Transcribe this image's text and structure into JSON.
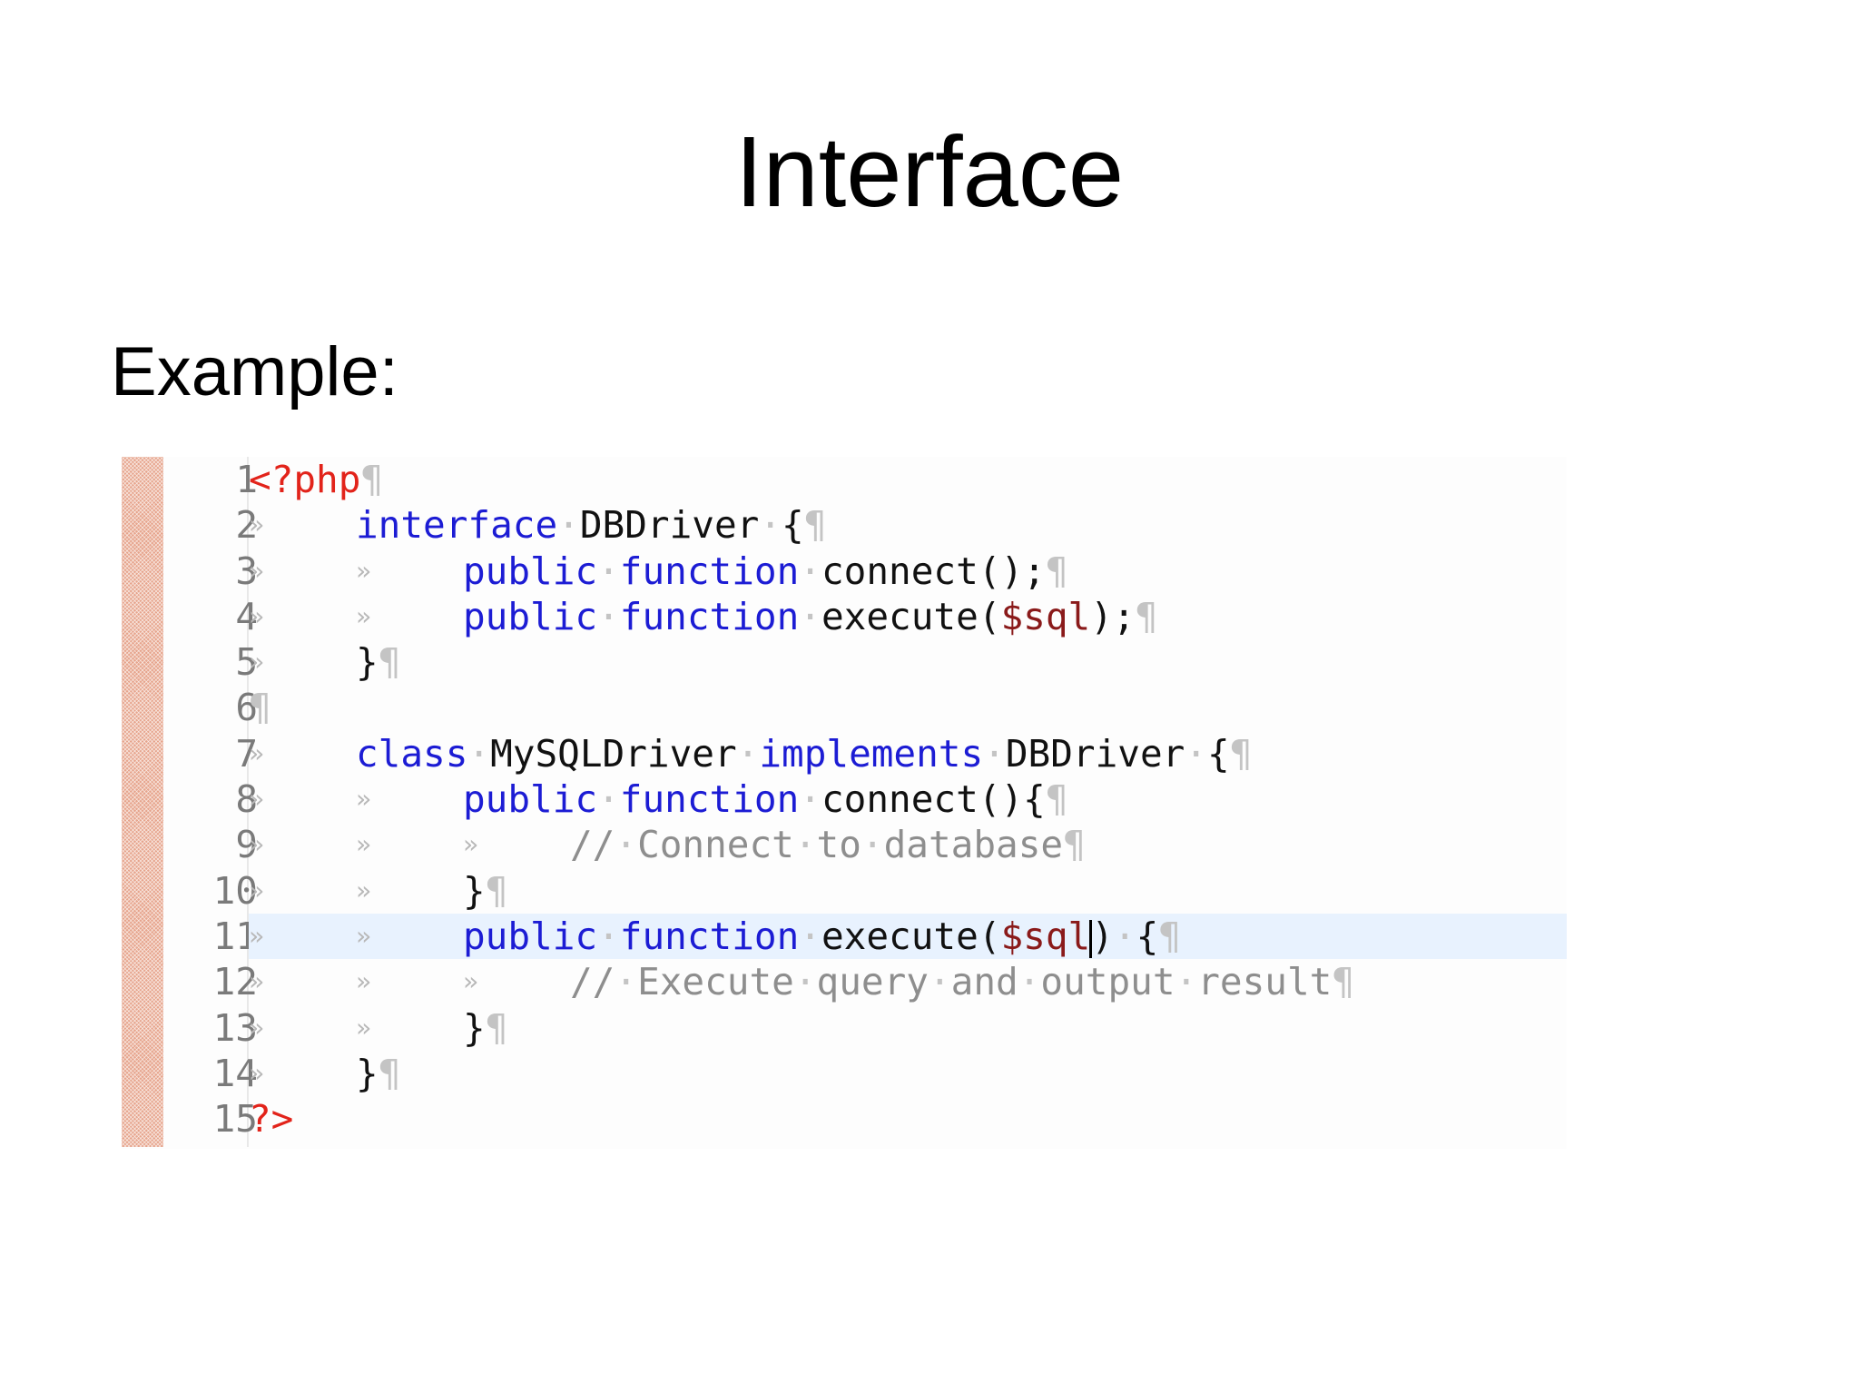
{
  "slide": {
    "title": "Interface",
    "subtitle": "Example:"
  },
  "editor": {
    "current_line": 11,
    "glyphs": {
      "tab": "»",
      "space": "·",
      "pilcrow": "¶"
    },
    "lines": [
      {
        "num": "1",
        "tokens": [
          [
            "php",
            "<?php"
          ],
          [
            "ws",
            "¶"
          ]
        ]
      },
      {
        "num": "2",
        "tokens": [
          [
            "tab",
            "»"
          ],
          [
            "kw",
            "interface"
          ],
          [
            "ws",
            "·"
          ],
          [
            "id",
            "DBDriver"
          ],
          [
            "ws",
            "·"
          ],
          [
            "id",
            "{"
          ],
          [
            "ws",
            "¶"
          ]
        ]
      },
      {
        "num": "3",
        "tokens": [
          [
            "tab",
            "»"
          ],
          [
            "tab",
            "»"
          ],
          [
            "kw",
            "public"
          ],
          [
            "ws",
            "·"
          ],
          [
            "kw",
            "function"
          ],
          [
            "ws",
            "·"
          ],
          [
            "id",
            "connect();"
          ],
          [
            "ws",
            "¶"
          ]
        ]
      },
      {
        "num": "4",
        "tokens": [
          [
            "tab",
            "»"
          ],
          [
            "tab",
            "»"
          ],
          [
            "kw",
            "public"
          ],
          [
            "ws",
            "·"
          ],
          [
            "kw",
            "function"
          ],
          [
            "ws",
            "·"
          ],
          [
            "id",
            "execute("
          ],
          [
            "var",
            "$sql"
          ],
          [
            "id",
            ");"
          ],
          [
            "ws",
            "¶"
          ]
        ]
      },
      {
        "num": "5",
        "tokens": [
          [
            "tab",
            "»"
          ],
          [
            "id",
            "}"
          ],
          [
            "ws",
            "¶"
          ]
        ]
      },
      {
        "num": "6",
        "tokens": [
          [
            "ws",
            "¶"
          ]
        ]
      },
      {
        "num": "7",
        "tokens": [
          [
            "tab",
            "»"
          ],
          [
            "kw",
            "class"
          ],
          [
            "ws",
            "·"
          ],
          [
            "id",
            "MySQLDriver"
          ],
          [
            "ws",
            "·"
          ],
          [
            "kw",
            "implements"
          ],
          [
            "ws",
            "·"
          ],
          [
            "id",
            "DBDriver"
          ],
          [
            "ws",
            "·"
          ],
          [
            "id",
            "{"
          ],
          [
            "ws",
            "¶"
          ]
        ]
      },
      {
        "num": "8",
        "tokens": [
          [
            "tab",
            "»"
          ],
          [
            "tab",
            "»"
          ],
          [
            "kw",
            "public"
          ],
          [
            "ws",
            "·"
          ],
          [
            "kw",
            "function"
          ],
          [
            "ws",
            "·"
          ],
          [
            "id",
            "connect(){"
          ],
          [
            "ws",
            "¶"
          ]
        ]
      },
      {
        "num": "9",
        "tokens": [
          [
            "tab",
            "»"
          ],
          [
            "tab",
            "»"
          ],
          [
            "tab",
            "»"
          ],
          [
            "cm",
            "//"
          ],
          [
            "ws",
            "·"
          ],
          [
            "cm",
            "Connect"
          ],
          [
            "ws",
            "·"
          ],
          [
            "cm",
            "to"
          ],
          [
            "ws",
            "·"
          ],
          [
            "cm",
            "database"
          ],
          [
            "ws",
            "¶"
          ]
        ]
      },
      {
        "num": "10",
        "tokens": [
          [
            "tab",
            "»"
          ],
          [
            "tab",
            "»"
          ],
          [
            "id",
            "}"
          ],
          [
            "ws",
            "¶"
          ]
        ]
      },
      {
        "num": "11",
        "tokens": [
          [
            "tab",
            "»"
          ],
          [
            "tab",
            "»"
          ],
          [
            "kw",
            "public"
          ],
          [
            "ws",
            "·"
          ],
          [
            "kw",
            "function"
          ],
          [
            "ws",
            "·"
          ],
          [
            "id",
            "execute("
          ],
          [
            "var",
            "$sql"
          ],
          [
            "caret",
            ""
          ],
          [
            "id",
            ")"
          ],
          [
            "ws",
            "·"
          ],
          [
            "id",
            "{"
          ],
          [
            "ws",
            "¶"
          ]
        ]
      },
      {
        "num": "12",
        "tokens": [
          [
            "tab",
            "»"
          ],
          [
            "tab",
            "»"
          ],
          [
            "tab",
            "»"
          ],
          [
            "cm",
            "//"
          ],
          [
            "ws",
            "·"
          ],
          [
            "cm",
            "Execute"
          ],
          [
            "ws",
            "·"
          ],
          [
            "cm",
            "query"
          ],
          [
            "ws",
            "·"
          ],
          [
            "cm",
            "and"
          ],
          [
            "ws",
            "·"
          ],
          [
            "cm",
            "output"
          ],
          [
            "ws",
            "·"
          ],
          [
            "cm",
            "result"
          ],
          [
            "ws",
            "¶"
          ]
        ]
      },
      {
        "num": "13",
        "tokens": [
          [
            "tab",
            "»"
          ],
          [
            "tab",
            "»"
          ],
          [
            "id",
            "}"
          ],
          [
            "ws",
            "¶"
          ]
        ]
      },
      {
        "num": "14",
        "tokens": [
          [
            "tab",
            "»"
          ],
          [
            "id",
            "}"
          ],
          [
            "ws",
            "¶"
          ]
        ]
      },
      {
        "num": "15",
        "tokens": [
          [
            "php",
            "?>"
          ]
        ]
      }
    ]
  }
}
